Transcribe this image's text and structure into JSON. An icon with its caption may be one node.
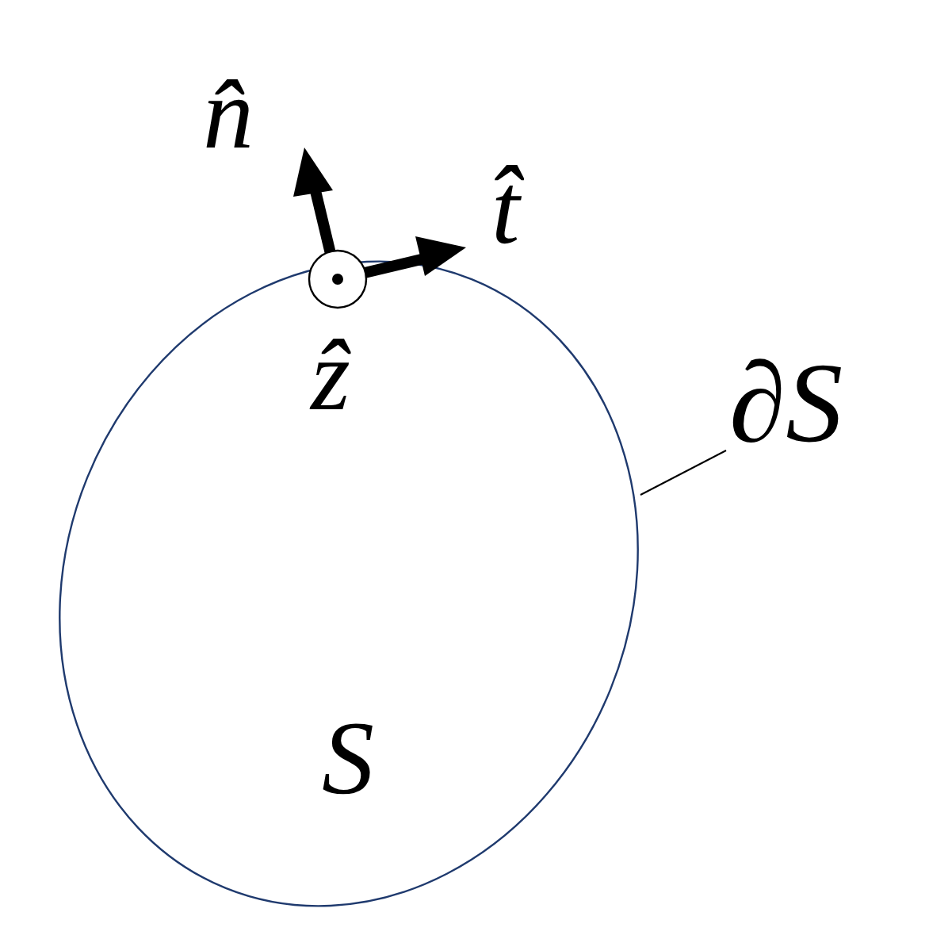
{
  "diagram": {
    "nodes": [
      {
        "text": [
          "S"
        ]
      },
      {
        "text": [
          "∂S"
        ]
      }
    ],
    "edges": [
      {
        "from": 1,
        "to": 0,
        "arrow": "none"
      }
    ],
    "labels": [
      "n̂",
      "t̂",
      "ẑ"
    ]
  }
}
